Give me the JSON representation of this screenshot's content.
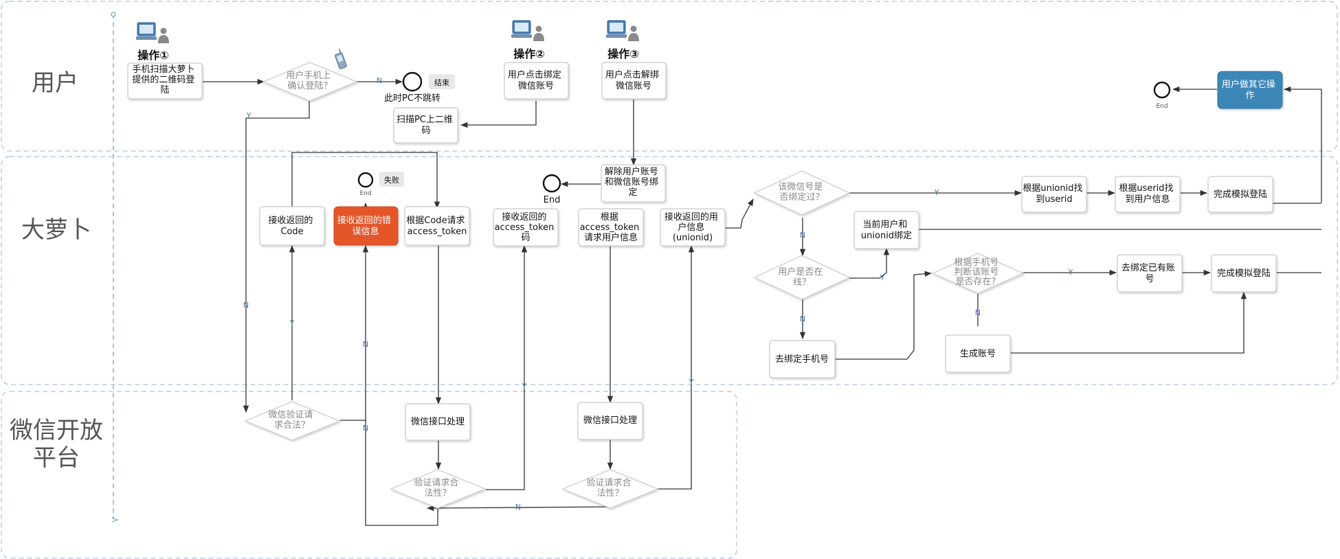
{
  "lanes": {
    "user": "用户",
    "daluobo": "大萝卜",
    "wechat_line1": "微信开放",
    "wechat_line2": "平台"
  },
  "operations": {
    "op1": "操作①",
    "op2": "操作②",
    "op3": "操作③"
  },
  "nodes": {
    "scan_qr": [
      "手机扫描大萝卜",
      "提供的二维码登",
      "陆"
    ],
    "confirm_login": [
      "用户手机上",
      "确认登陆？"
    ],
    "end_note": "此时PC不跳转",
    "end_tag": "结束",
    "bind_click": [
      "用户点击绑定",
      "微信账号"
    ],
    "unbind_click": [
      "用户点击解绑",
      "微信账号"
    ],
    "scan_pc_qr": [
      "扫描PC上二维",
      "码"
    ],
    "user_other": [
      "用户做其它操",
      "作"
    ],
    "end_small": "End",
    "unbind_process": [
      "解除用户账号",
      "和微信账号绑",
      "定"
    ],
    "end_mid": "End",
    "fail_tag": "失败",
    "fail_end": "End",
    "recv_code": [
      "接收返回的",
      "Code"
    ],
    "recv_error": [
      "接收返回的错",
      "误信息"
    ],
    "req_token": [
      "根据Code请求",
      "access_token"
    ],
    "recv_token": [
      "接收返回的",
      "access_token",
      "码"
    ],
    "req_userinfo": [
      "根据",
      "access_token",
      "请求用户信息"
    ],
    "recv_userinfo": [
      "接收返回的用",
      "户信息",
      "(unionid)"
    ],
    "is_bound": [
      "该微信号是",
      "否绑定过？"
    ],
    "find_userid": [
      "根据unionid找",
      "到userid"
    ],
    "find_info": [
      "根据userid找",
      "到用户信息"
    ],
    "sim_login_1": [
      "完成模拟登陆"
    ],
    "cur_user_bind": [
      "当前用户和",
      "unionid绑定"
    ],
    "is_online": [
      "用户是否在",
      "线？"
    ],
    "check_phone": [
      "根据手机号",
      "判断该账号",
      "是否存在？"
    ],
    "bind_existing": [
      "去绑定已有账",
      "号"
    ],
    "sim_login_2": [
      "完成模拟登陆"
    ],
    "bind_phone": [
      "去绑定手机号"
    ],
    "gen_account": [
      "生成账号"
    ],
    "verify_req": [
      "微信验证请",
      "求合法？"
    ],
    "wx_proc_1": [
      "微信接口处理"
    ],
    "verify_1": [
      "验证请求合",
      "法性？"
    ],
    "wx_proc_2": [
      "微信接口处理"
    ],
    "verify_2": [
      "验证请求合",
      "法性？"
    ]
  },
  "edge_labels": {
    "yes": "Y",
    "no": "N"
  },
  "colors": {
    "error_box": "#e4562b",
    "action_box": "#3d86b8",
    "lane_border": "#a9c3dd",
    "edge_label": "#4a6fa5"
  }
}
